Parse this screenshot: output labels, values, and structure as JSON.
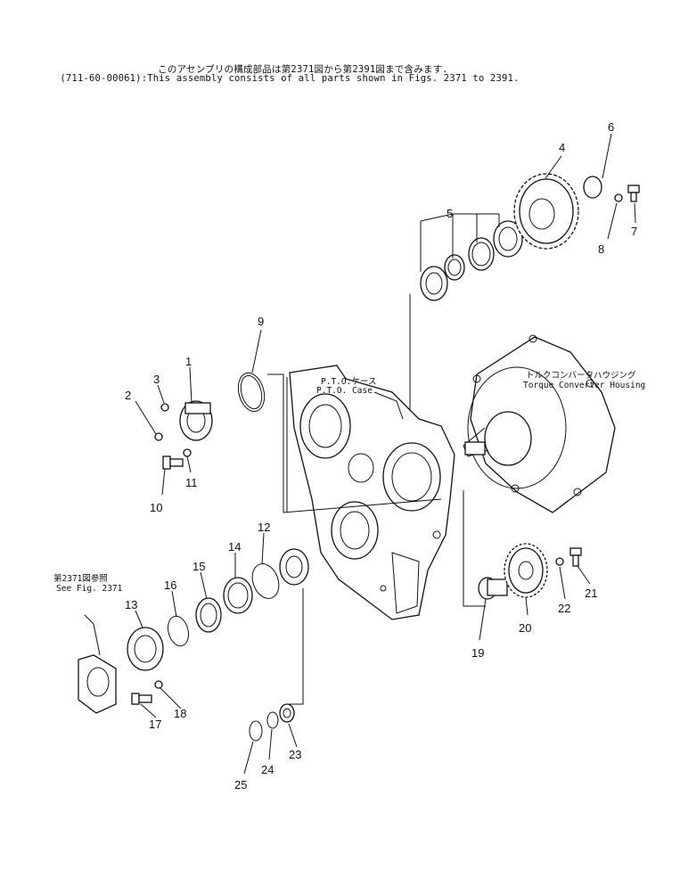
{
  "notes": {
    "japanese": "このアセンブリの構成部品は第2371図から第2391図まで含みます.",
    "english": "(711-60-00061):This assembly consists of all parts shown in Figs. 2371 to 2391."
  },
  "labels": {
    "pto_case_jp": "P.T.O.ケース",
    "pto_case_en": "P.T.O. Case",
    "torque_conv_jp": "トルクコンバータハウジング",
    "torque_conv_en": "Torque Converter Housing",
    "see_fig_jp": "第2371図参照",
    "see_fig_en": "See Fig. 2371"
  },
  "part_numbers": {
    "p1": "1",
    "p2": "2",
    "p3": "3",
    "p4": "4",
    "p5": "5",
    "p6": "6",
    "p7": "7",
    "p8": "8",
    "p9": "9",
    "p10": "10",
    "p11": "11",
    "p12": "12",
    "p13": "13",
    "p14": "14",
    "p15": "15",
    "p16": "16",
    "p17": "17",
    "p18": "18",
    "p19": "19",
    "p20": "20",
    "p21": "21",
    "p22": "22",
    "p23": "23",
    "p24": "24",
    "p25": "25"
  }
}
